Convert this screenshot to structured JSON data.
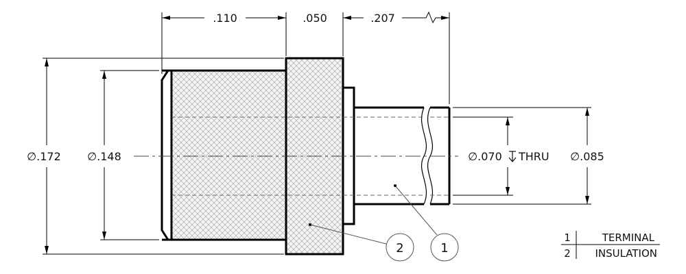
{
  "dimensions": {
    "len_1": ".110",
    "len_2": ".050",
    "len_3": ".207",
    "dia_outer": "∅.172",
    "dia_body": "∅.148",
    "dia_bore": "∅.070",
    "dia_bore_suffix": "THRU",
    "dia_pin": "∅.085"
  },
  "balloons": {
    "b2": "2",
    "b1": "1"
  },
  "parts_list": [
    {
      "num": "1",
      "name": "TERMINAL"
    },
    {
      "num": "2",
      "name": "INSULATION"
    }
  ],
  "colors": {
    "line": "#000000",
    "hatch": "#9a9a9a",
    "hatch_fill": "#f2f2f2"
  }
}
